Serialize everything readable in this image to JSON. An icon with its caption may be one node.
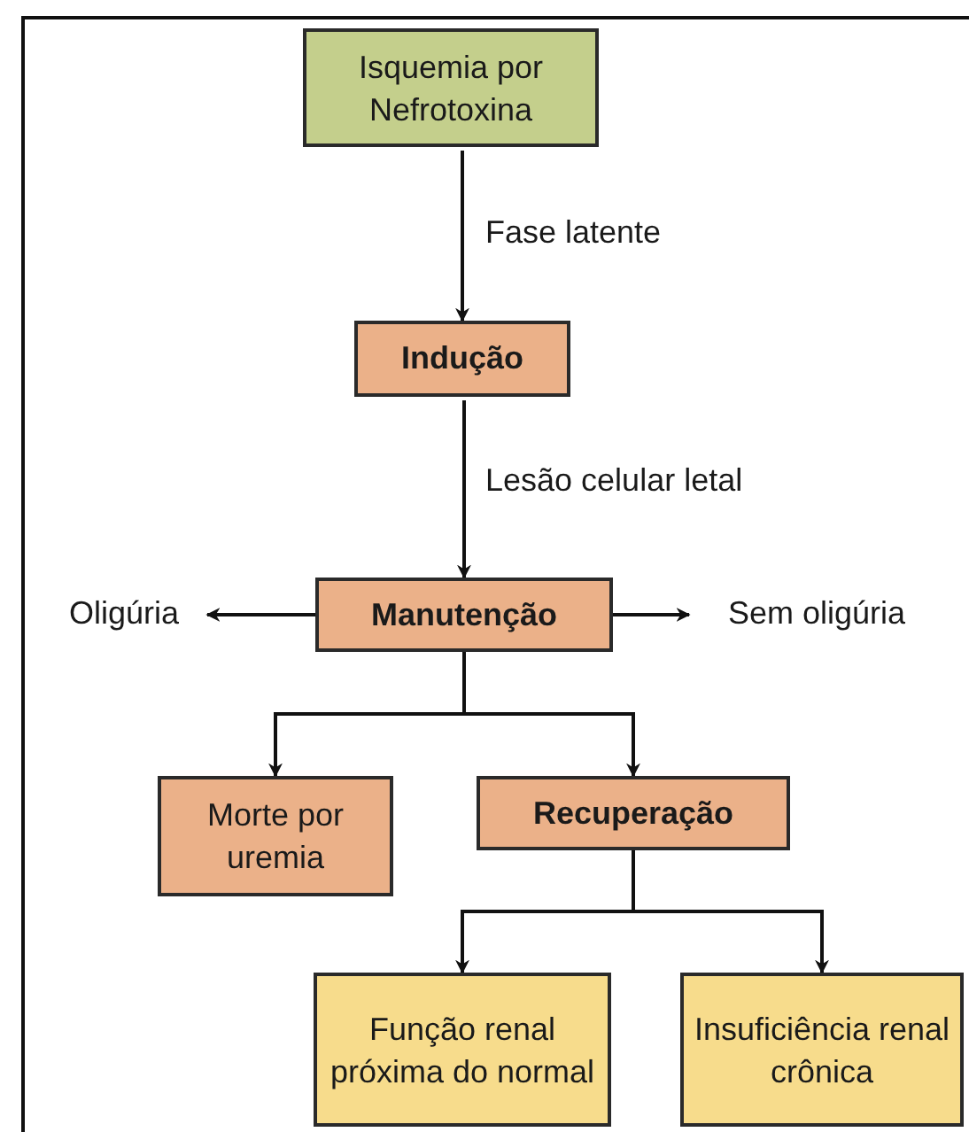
{
  "diagram": {
    "nodes": [
      {
        "text": [
          "Isquemia por Nefrotoxina"
        ]
      },
      {
        "text": [
          "Indução"
        ]
      },
      {
        "text": [
          "Oligúria"
        ]
      },
      {
        "text": [
          "Manutenção"
        ]
      },
      {
        "text": [
          "Sem oligúria"
        ]
      },
      {
        "text": [
          "Morte por uremia"
        ]
      },
      {
        "text": [
          "Recuperação"
        ]
      },
      {
        "text": [
          "Função renal próxima do normal"
        ]
      },
      {
        "text": [
          "Insuficiência renal crônica"
        ]
      }
    ],
    "edges": [
      {
        "from": 0,
        "to": 1,
        "arrow": "to",
        "label": "Fase latente"
      },
      {
        "from": 1,
        "to": 3,
        "arrow": "to",
        "label": "Lesão celular letal"
      },
      {
        "from": 3,
        "to": 2,
        "arrow": "to"
      },
      {
        "from": 3,
        "to": 4,
        "arrow": "to"
      },
      {
        "from": 3,
        "to": 5,
        "arrow": "to"
      },
      {
        "from": 3,
        "to": 6,
        "arrow": "to"
      },
      {
        "from": 6,
        "to": 7,
        "arrow": "to"
      },
      {
        "from": 6,
        "to": 8,
        "arrow": "to"
      }
    ]
  }
}
